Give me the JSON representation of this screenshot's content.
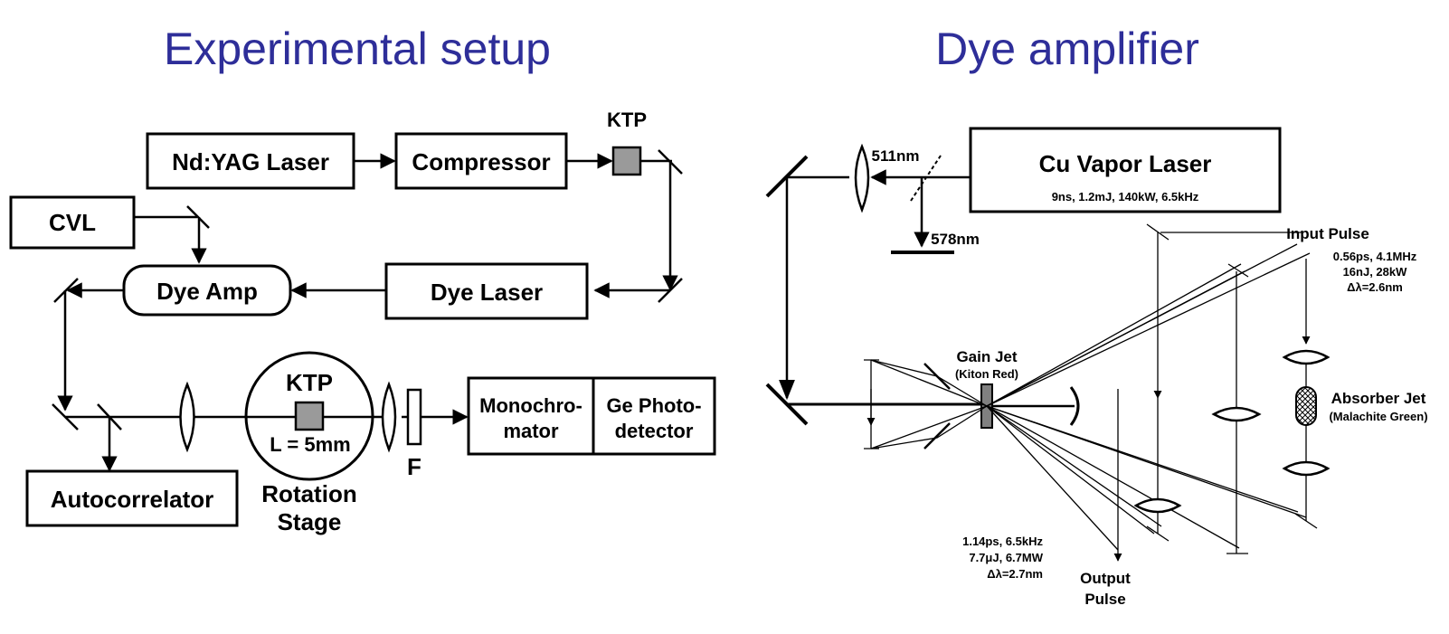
{
  "titles": {
    "left": "Experimental setup",
    "right": "Dye amplifier"
  },
  "setup": {
    "ndyag": "Nd:YAG Laser",
    "compressor": "Compressor",
    "ktp_top": "KTP",
    "cvl": "CVL",
    "dye_amp": "Dye Amp",
    "dye_laser": "Dye Laser",
    "ktp_stage": "KTP",
    "crystal_length": "L = 5mm",
    "rotation_line1": "Rotation",
    "rotation_line2": "Stage",
    "filter": "F",
    "monochromator_line1": "Monochro-",
    "monochromator_line2": "mator",
    "detector_line1": "Ge Photo-",
    "detector_line2": "detector",
    "autocorrelator": "Autocorrelator"
  },
  "amplifier": {
    "cu_laser": "Cu Vapor Laser",
    "cu_specs": "9ns, 1.2mJ, 140kW,  6.5kHz",
    "wl_511": "511nm",
    "wl_578": "578nm",
    "input_title": "Input Pulse",
    "input_l1": "0.56ps, 4.1MHz",
    "input_l2": "16nJ, 28kW",
    "input_l3": "Δλ=2.6nm",
    "gain_title": "Gain Jet",
    "gain_sub": "(Kiton Red)",
    "absorber_title": "Absorber Jet",
    "absorber_sub": "(Malachite Green)",
    "output_l1": "1.14ps, 6.5kHz",
    "output_l2": "7.7μJ, 6.7MW",
    "output_l3": "Δλ=2.7nm",
    "output_title1": "Output",
    "output_title2": "Pulse"
  }
}
